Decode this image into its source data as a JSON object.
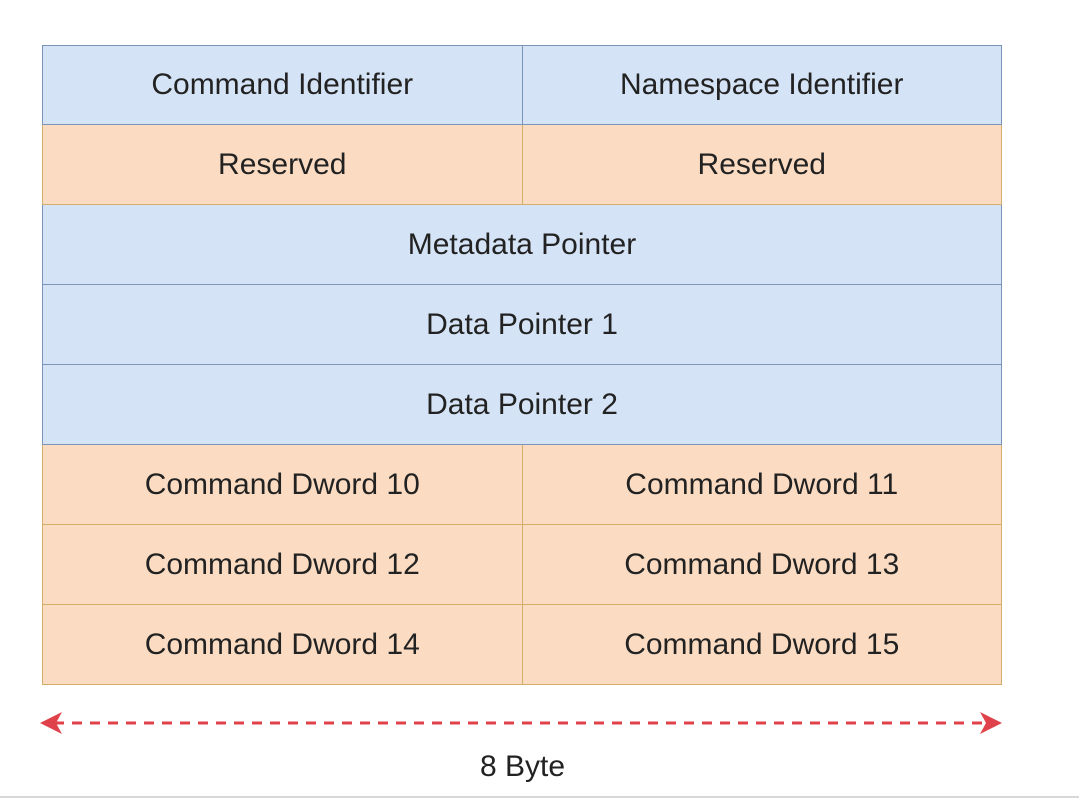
{
  "structure": {
    "rows": [
      {
        "cells": [
          "Command Identifier",
          "Namespace Identifier"
        ],
        "color": "blue"
      },
      {
        "cells": [
          "Reserved",
          "Reserved"
        ],
        "color": "orange"
      },
      {
        "cells": [
          "Metadata Pointer"
        ],
        "color": "blue"
      },
      {
        "cells": [
          "Data Pointer 1"
        ],
        "color": "blue"
      },
      {
        "cells": [
          "Data Pointer 2"
        ],
        "color": "blue"
      },
      {
        "cells": [
          "Command Dword 10",
          "Command Dword 11"
        ],
        "color": "orange"
      },
      {
        "cells": [
          "Command Dword 12",
          "Command Dword 13"
        ],
        "color": "orange"
      },
      {
        "cells": [
          "Command Dword 14",
          "Command Dword 15"
        ],
        "color": "orange"
      }
    ]
  },
  "width_label": "8 Byte",
  "colors": {
    "blue_fill": "#d4e3f5",
    "orange_fill": "#fbdcc2",
    "arrow": "#e0424b"
  }
}
